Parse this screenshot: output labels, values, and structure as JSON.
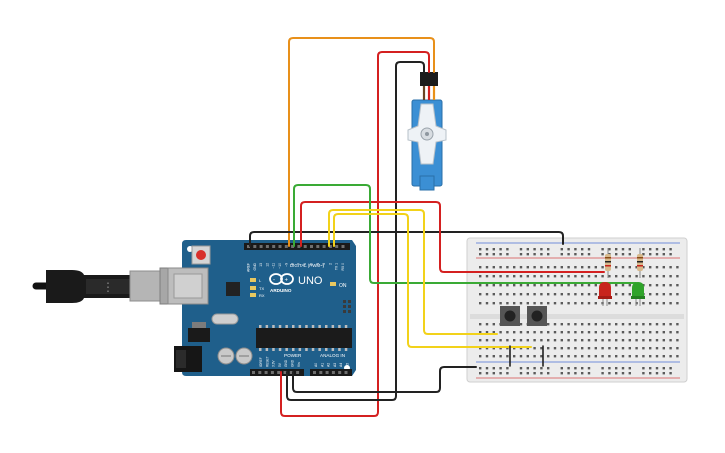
{
  "board": {
    "brand": "ARDUINO",
    "model": "UNO",
    "digital_header": "DIGITAL (PWM~)",
    "power_header": "POWER",
    "analog_header": "ANALOG IN",
    "on_label": "ON",
    "tx_label": "TX",
    "rx_label": "RX",
    "l_label": "L",
    "digital_pins": [
      "AREF",
      "GND",
      "13",
      "12",
      "~11",
      "~10",
      "~9",
      "8",
      "7",
      "~6",
      "~5",
      "4",
      "~3",
      "2",
      "TX 1",
      "RX 0"
    ],
    "power_pins": [
      "IOREF",
      "RESET",
      "3.3V",
      "5V",
      "GND",
      "GND",
      "Vin"
    ],
    "analog_pins": [
      "A0",
      "A1",
      "A2",
      "A3",
      "A4",
      "A5"
    ]
  },
  "colors": {
    "board": "#1f5f8b",
    "breadboard": "#ececec",
    "servo": "#3b8fd4",
    "wire_orange": "#e8901a",
    "wire_red": "#d42020",
    "wire_black": "#222222",
    "wire_green": "#3aaa35",
    "wire_yellow": "#f2d21a",
    "led_red": "#c8241d",
    "led_green": "#2fa32a"
  },
  "components": {
    "usb_cable": "usb-cable",
    "servo": "micro-servo",
    "leds": [
      "red-led",
      "green-led"
    ],
    "pushbuttons": 2,
    "resistors": 2
  }
}
